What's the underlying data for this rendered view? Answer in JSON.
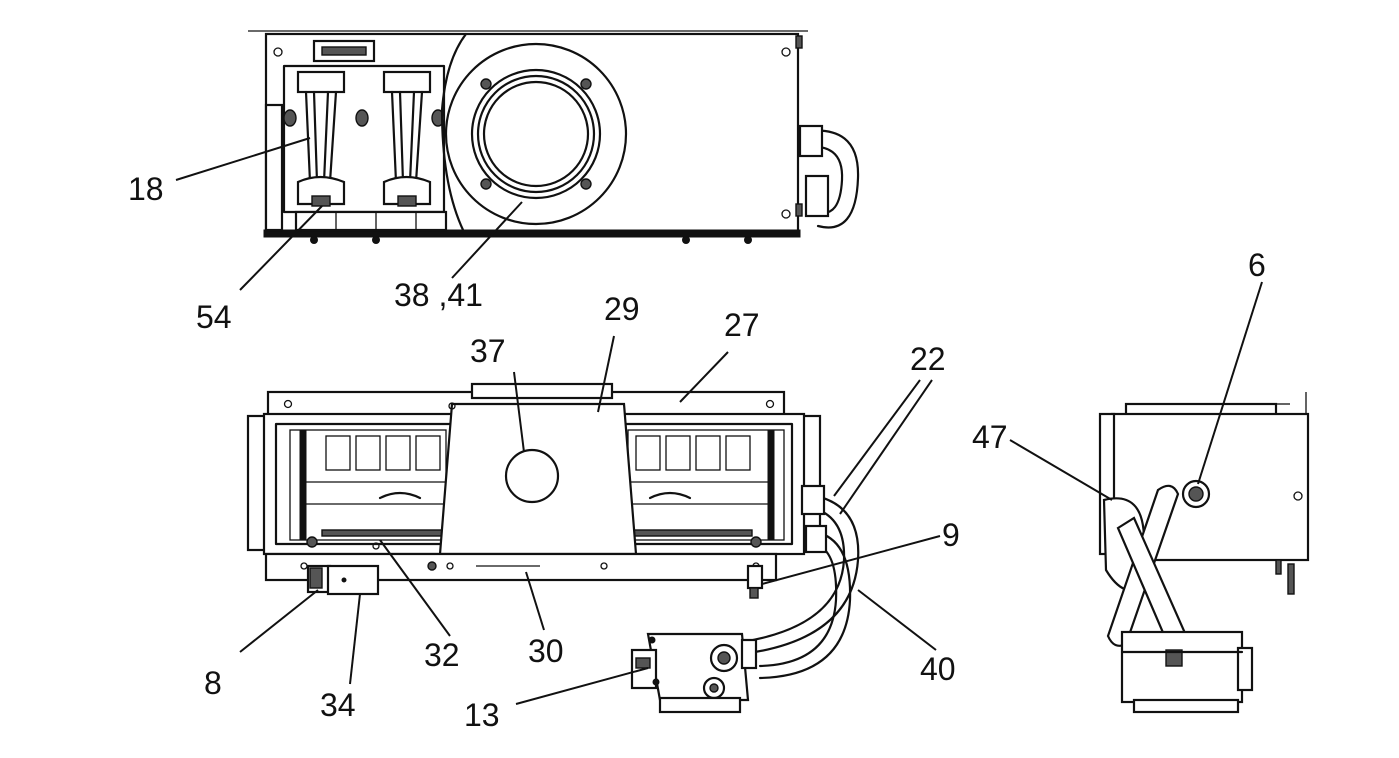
{
  "labels": {
    "l18": "18",
    "l54": "54",
    "l38_41": "38 ,41",
    "l29": "29",
    "l27": "27",
    "l37": "37",
    "l22": "22",
    "l6": "6",
    "l47": "47",
    "l9": "9",
    "l40": "40",
    "l8": "8",
    "l34": "34",
    "l32": "32",
    "l30": "30",
    "l13": "13"
  }
}
